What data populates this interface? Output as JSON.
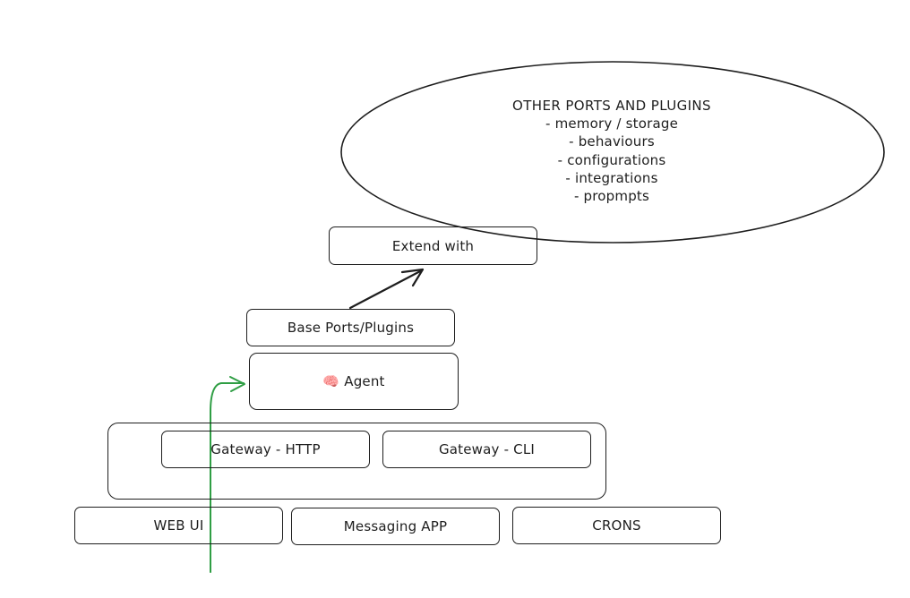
{
  "diagram": {
    "ellipse": {
      "title": "OTHER PORTS AND PLUGINS",
      "items": [
        "- memory / storage",
        "- behaviours",
        "- configurations",
        "- integrations",
        "- propmpts"
      ]
    },
    "extend_with": "Extend with",
    "base_ports": "Base Ports/Plugins",
    "agent": {
      "icon": "brain-icon",
      "label": "Agent"
    },
    "gateways": {
      "http": "Gateway - HTTP",
      "cli": "Gateway - CLI"
    },
    "clients": {
      "web_ui": "WEB UI",
      "messaging_app": "Messaging APP",
      "crons": "CRONS"
    },
    "colors": {
      "stroke": "#1e1e1e",
      "flow_arrow": "#2f9e44",
      "background": "#ffffff"
    }
  }
}
